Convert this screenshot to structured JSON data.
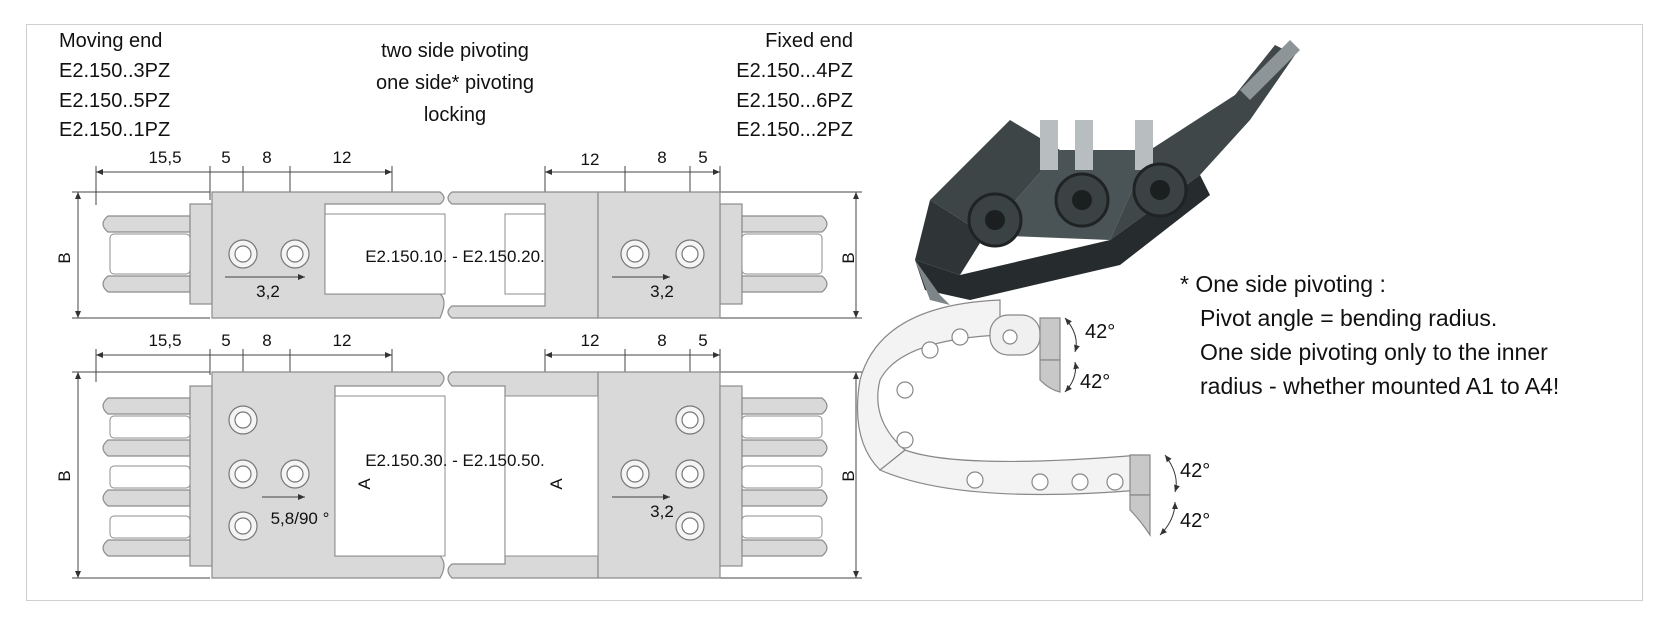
{
  "moving_end": {
    "title": "Moving end",
    "parts": [
      "E2.150..3PZ",
      "E2.150..5PZ",
      "E2.150..1PZ"
    ]
  },
  "pivot_types": [
    "two side pivoting",
    "one side* pivoting",
    "locking"
  ],
  "fixed_end": {
    "title": "Fixed end",
    "parts": [
      "E2.150...4PZ",
      "E2.150...6PZ",
      "E2.150...2PZ"
    ]
  },
  "top_drawing": {
    "label": "E2.150.10. - E2.150.20.",
    "dims_left": [
      "15,5",
      "5",
      "8",
      "12"
    ],
    "dims_right": [
      "12",
      "8",
      "5"
    ],
    "hole_dim_left": "3,2",
    "hole_dim_right": "3,2",
    "height_label": "B"
  },
  "bottom_drawing": {
    "label": "E2.150.30. - E2.150.50.",
    "dims_left": [
      "15,5",
      "5",
      "8",
      "12"
    ],
    "dims_right": [
      "12",
      "8",
      "5"
    ],
    "hole_dim_left": "5,8/90 °",
    "hole_dim_right": "3,2",
    "height_label": "B",
    "inner_label": "A"
  },
  "angles": [
    "42°",
    "42°",
    "42°",
    "42°"
  ],
  "note": [
    "* One side pivoting :",
    "Pivot angle = bending radius.",
    "One side pivoting only to the inner",
    "radius - whether mounted A1 to A4!"
  ],
  "colors": {
    "part_fill": "#d9d9d9",
    "part_stroke": "#8c8c8c",
    "frame": "#cfcfcf"
  }
}
